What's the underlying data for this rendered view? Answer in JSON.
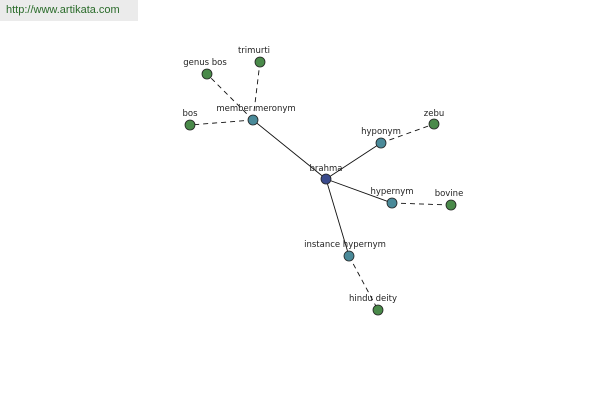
{
  "banner": {
    "url": "http://www.artikata.com"
  },
  "colors": {
    "center_node": "#3a4a8c",
    "relation_node": "#4a8a99",
    "word_node": "#4a8a4a",
    "edge": "#111111"
  },
  "graph": {
    "nodes": [
      {
        "id": "brahma",
        "label": "brahma",
        "kind": "center"
      },
      {
        "id": "member_meronym",
        "label": "member meronym",
        "kind": "relation"
      },
      {
        "id": "hyponym",
        "label": "hyponym",
        "kind": "relation"
      },
      {
        "id": "hypernym",
        "label": "hypernym",
        "kind": "relation"
      },
      {
        "id": "instance_hypernym",
        "label": "instance hypernym",
        "kind": "relation"
      },
      {
        "id": "genus_bos",
        "label": "genus bos",
        "kind": "word"
      },
      {
        "id": "trimurti",
        "label": "trimurti",
        "kind": "word"
      },
      {
        "id": "bos",
        "label": "bos",
        "kind": "word"
      },
      {
        "id": "zebu",
        "label": "zebu",
        "kind": "word"
      },
      {
        "id": "bovine",
        "label": "bovine",
        "kind": "word"
      },
      {
        "id": "hindu_deity",
        "label": "hindu deity",
        "kind": "word"
      }
    ],
    "edges": [
      {
        "from": "brahma",
        "to": "member_meronym",
        "style": "solid"
      },
      {
        "from": "brahma",
        "to": "hyponym",
        "style": "solid"
      },
      {
        "from": "brahma",
        "to": "hypernym",
        "style": "solid"
      },
      {
        "from": "brahma",
        "to": "instance_hypernym",
        "style": "solid"
      },
      {
        "from": "member_meronym",
        "to": "genus_bos",
        "style": "dashed"
      },
      {
        "from": "member_meronym",
        "to": "trimurti",
        "style": "dashed"
      },
      {
        "from": "member_meronym",
        "to": "bos",
        "style": "dashed"
      },
      {
        "from": "hyponym",
        "to": "zebu",
        "style": "dashed"
      },
      {
        "from": "hypernym",
        "to": "bovine",
        "style": "dashed"
      },
      {
        "from": "instance_hypernym",
        "to": "hindu_deity",
        "style": "dashed"
      }
    ]
  }
}
